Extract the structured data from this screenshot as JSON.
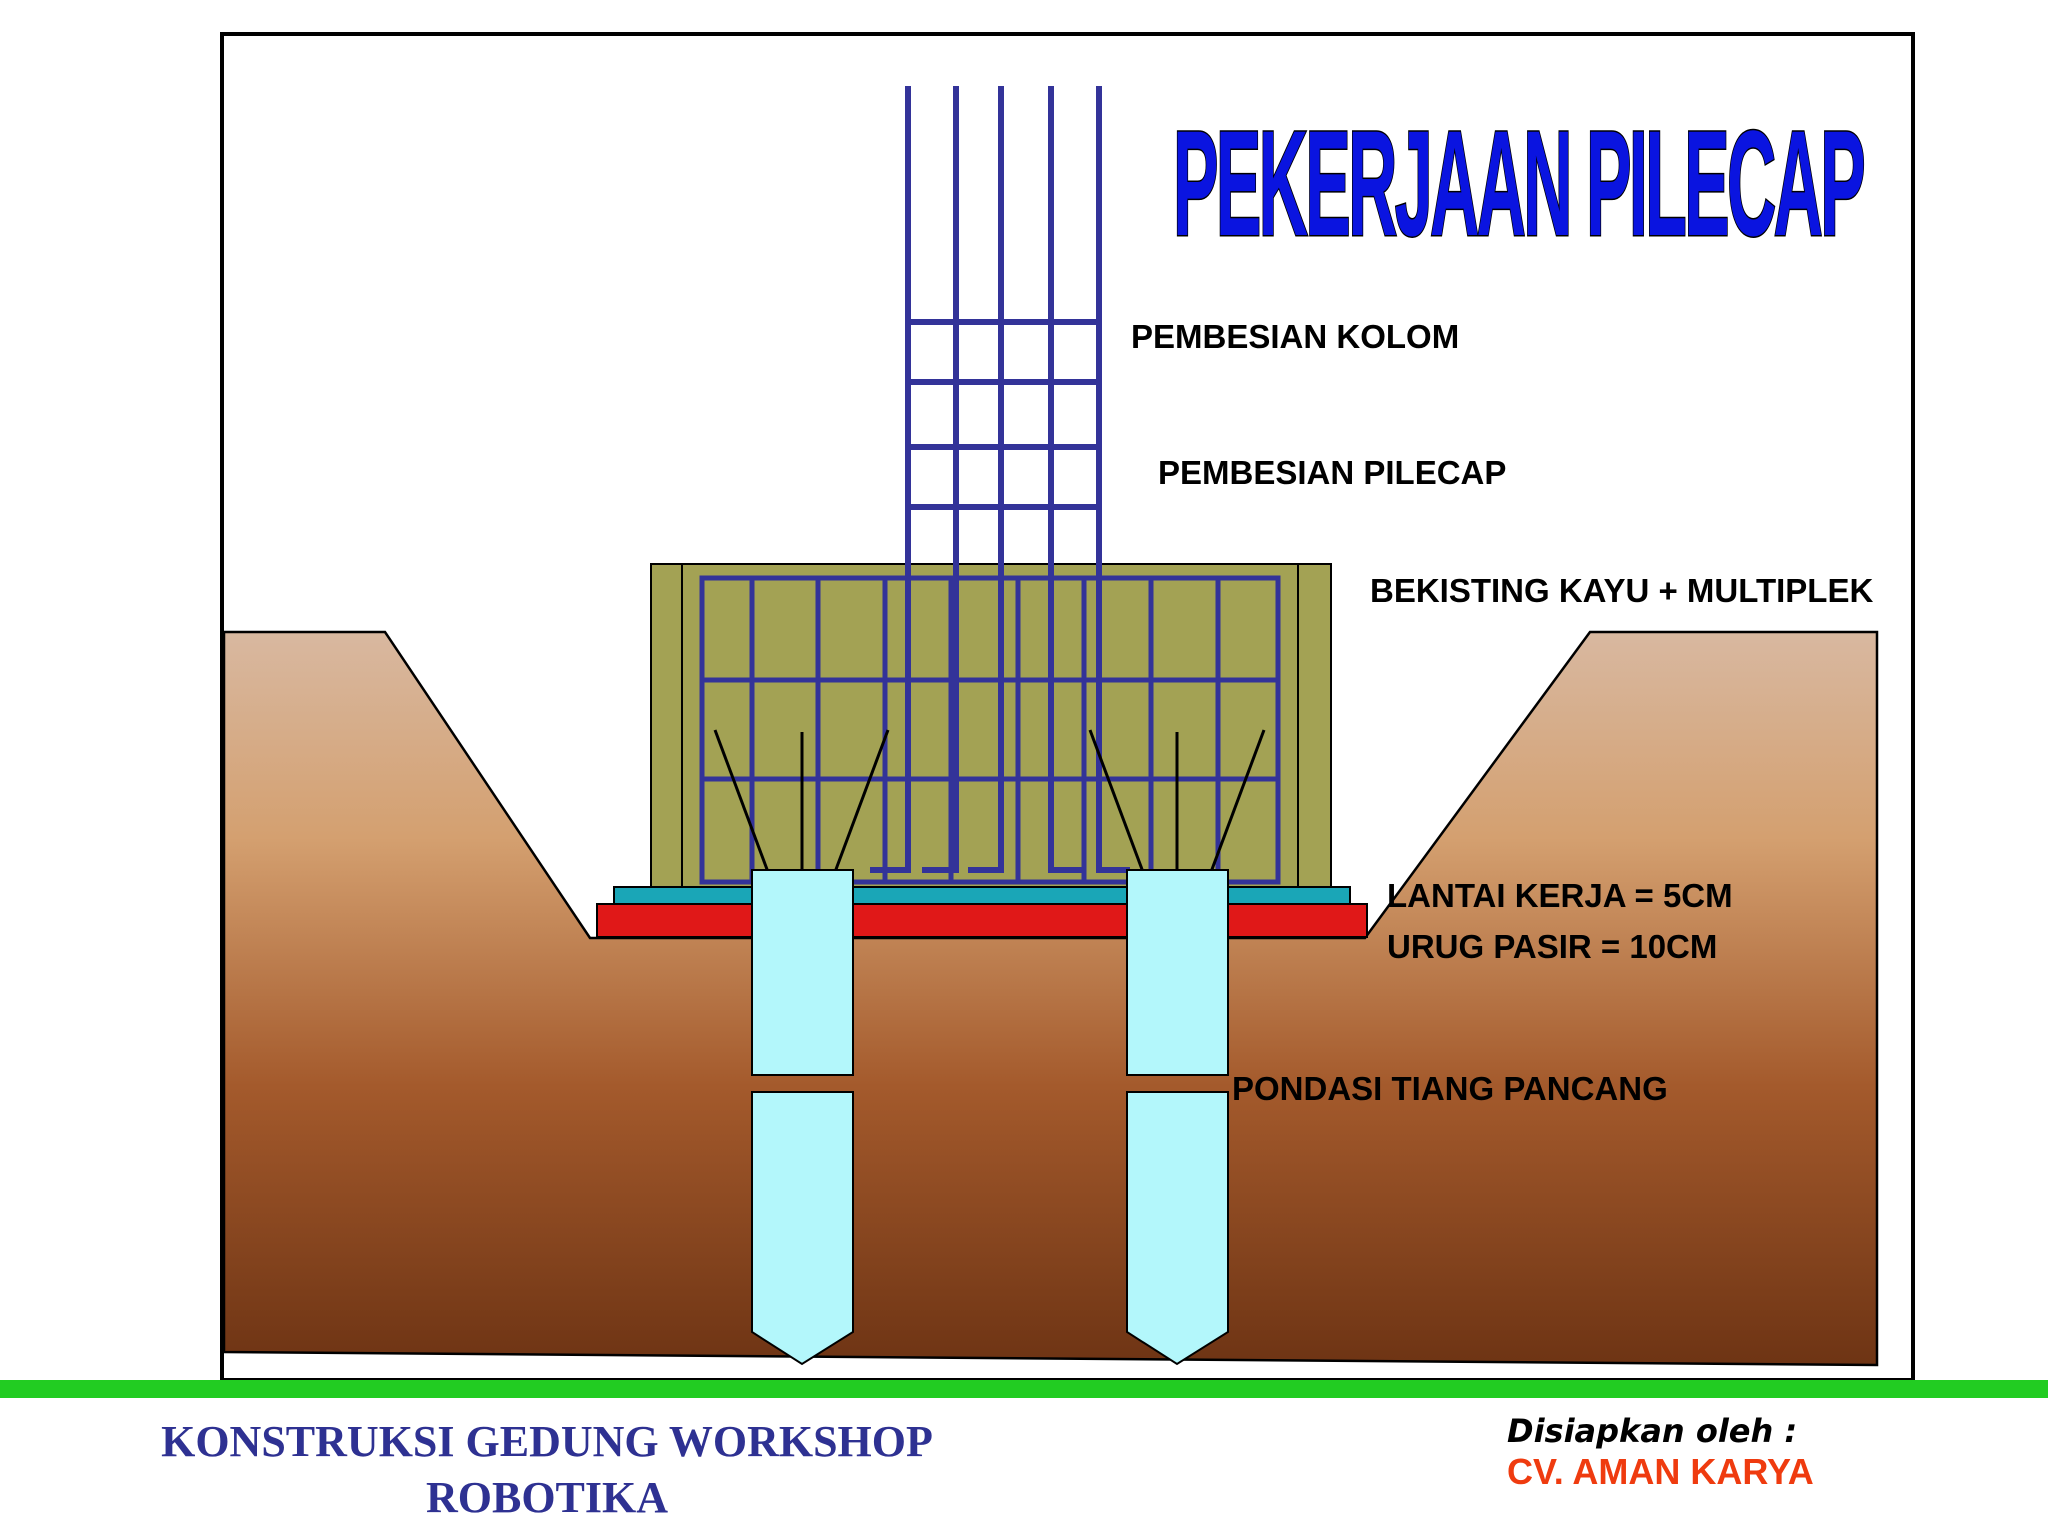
{
  "diagram": {
    "title": "PEKERJAAN PILECAP",
    "labels": {
      "column_rebar": "PEMBESIAN KOLOM",
      "pilecap_rebar": "PEMBESIAN PILECAP",
      "formwork": "BEKISTING KAYU + MULTIPLEK",
      "work_floor": "LANTAI KERJA = 5CM",
      "sand_fill": "URUG PASIR = 10CM",
      "pile_foundation": "PONDASI TIANG PANCANG"
    }
  },
  "footer": {
    "project_line1": "KONSTRUKSI GEDUNG WORKSHOP",
    "project_line2": "ROBOTIKA",
    "prepared_by": "Disiapkan oleh :",
    "company": "CV. AMAN KARYA"
  },
  "colors": {
    "title": "#0a14e0",
    "rebar": "#333399",
    "formwork": "#a3a254",
    "work_floor": "#1aa6b7",
    "sand_fill": "#e01818",
    "pile": "#b3f7fb",
    "soil_top": "#d8b8a0",
    "soil_mid": "#d4a070",
    "soil_bottom": "#6e3414",
    "divider": "#22cc22",
    "project_text": "#2e3192",
    "company_text": "#ef3b0f"
  }
}
